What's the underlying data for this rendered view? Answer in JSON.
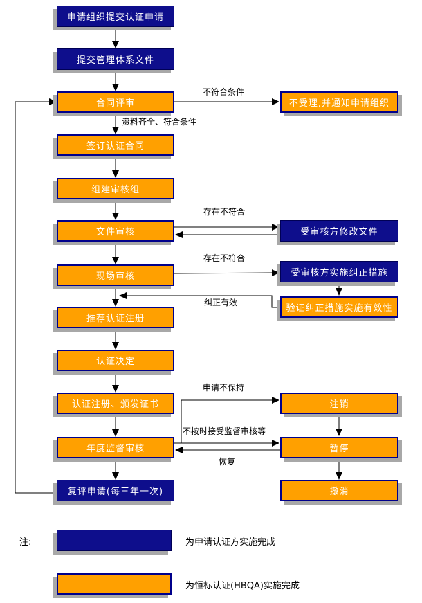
{
  "colors": {
    "applicant_fill": "#0e0e8c",
    "certifier_fill": "#ffa000",
    "box_border": "#00008b",
    "shadow": "#a8a8a8",
    "line": "#000000",
    "box_text": "#ffffff",
    "label_text": "#000000"
  },
  "nodes": {
    "submit_application": {
      "label": "申请组织提交认证申请",
      "type": "applicant"
    },
    "submit_documents": {
      "label": "提交管理体系文件",
      "type": "applicant"
    },
    "contract_review": {
      "label": "合同评审",
      "type": "certifier"
    },
    "reject_notice": {
      "label": "不受理,并通知申请组织",
      "type": "certifier"
    },
    "sign_contract": {
      "label": "签订认证合同",
      "type": "certifier"
    },
    "form_audit_team": {
      "label": "组建审核组",
      "type": "certifier"
    },
    "document_review": {
      "label": "文件审核",
      "type": "certifier"
    },
    "revise_documents": {
      "label": "受审核方修改文件",
      "type": "applicant"
    },
    "site_audit": {
      "label": "现场审核",
      "type": "certifier"
    },
    "corrective_actions": {
      "label": "受审核方实施纠正措施",
      "type": "applicant"
    },
    "verify_corrective": {
      "label": "验证纠正措施实施有效性",
      "type": "certifier"
    },
    "recommend_registration": {
      "label": "推荐认证注册",
      "type": "certifier"
    },
    "certification_decision": {
      "label": "认证决定",
      "type": "certifier"
    },
    "register_issue_cert": {
      "label": "认证注册、颁发证书",
      "type": "certifier"
    },
    "annual_surveillance": {
      "label": "年度监督审核",
      "type": "certifier"
    },
    "reassessment": {
      "label": "复评申请(每三年一次)",
      "type": "applicant"
    },
    "cancel": {
      "label": "注销",
      "type": "certifier"
    },
    "suspend": {
      "label": "暂停",
      "type": "certifier"
    },
    "withdraw": {
      "label": "撤消",
      "type": "certifier"
    }
  },
  "edge_labels": {
    "not_qualified": "不符合条件",
    "qualified": "资料齐全、符合条件",
    "nonconformity_doc": "存在不符合",
    "nonconformity_site": "存在不符合",
    "correction_effective": "纠正有效",
    "not_maintain": "申请不保持",
    "no_surveillance": "不按时接受监督审核等",
    "resume": "恢复"
  },
  "legend": {
    "note_label": "注:",
    "items": [
      {
        "swatch": "applicant",
        "text": "为申请认证方实施完成"
      },
      {
        "swatch": "certifier",
        "text": "为恒标认证(HBQA)实施完成"
      }
    ]
  }
}
